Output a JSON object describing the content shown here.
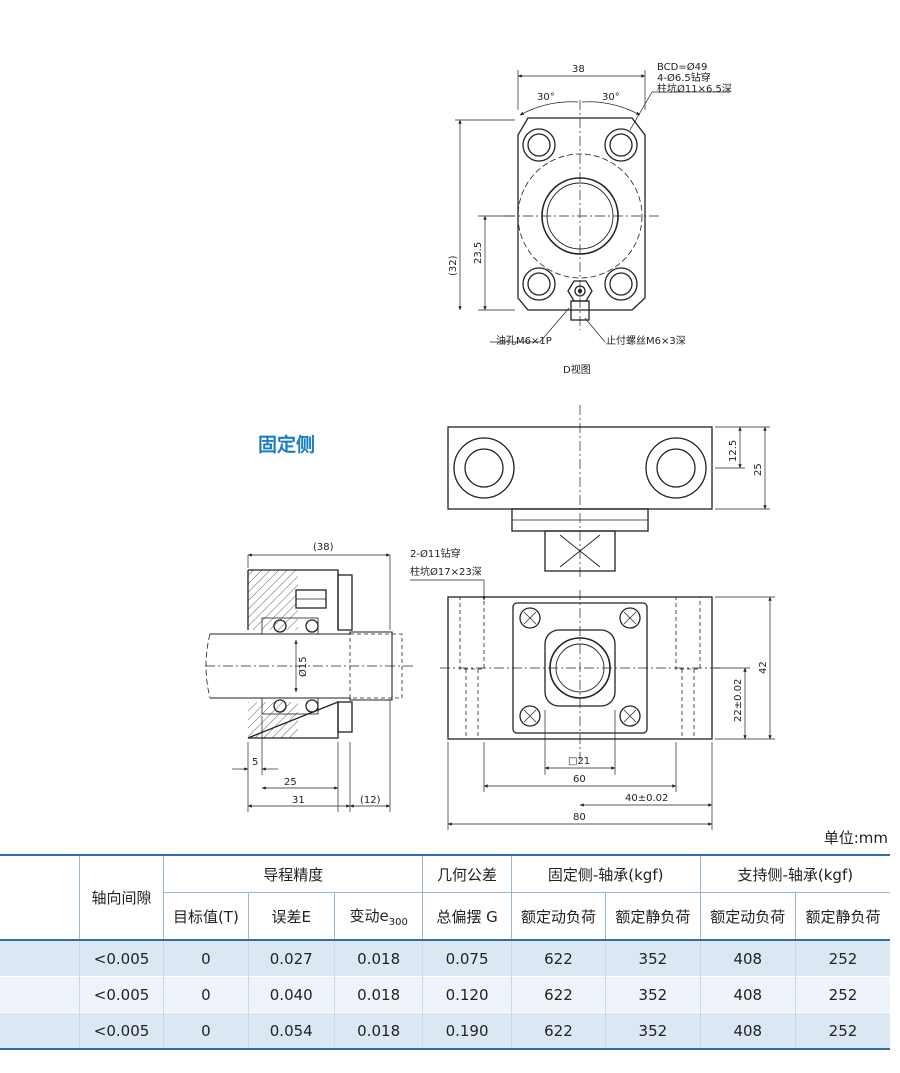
{
  "title": "固定侧",
  "unit_label": "单位:mm",
  "d_view": {
    "caption": "D视图",
    "dim_width": "38",
    "angle_left": "30°",
    "angle_right": "30°",
    "note_bcd": "BCD=Ø49",
    "note_drill": "4-Ø6.5钻穿",
    "note_cb": "柱坑Ø11×6.5深",
    "dim_23_5": "23.5",
    "dim_32": "(32)",
    "oil_hole": "油孔M6×1P",
    "set_screw": "止付螺丝M6×3深"
  },
  "side_view": {
    "dim_38": "(38)",
    "dim_d15": "Ø15",
    "dim_5": "5",
    "dim_25": "25",
    "dim_31": "31",
    "dim_12": "(12)"
  },
  "top_view": {
    "dim_12_5": "12.5",
    "dim_25": "25"
  },
  "front_view": {
    "note_drill": "2-Ø11钻穿",
    "note_cb": "柱坑Ø17×23深",
    "dim_42": "42",
    "dim_22": "22±0.02",
    "dim_sq21": "□21",
    "dim_60": "60",
    "dim_40": "40±0.02",
    "dim_80": "80"
  },
  "table": {
    "col_axial": "轴向间隙",
    "grp_lead": "导程精度",
    "grp_geo": "几何公差",
    "grp_fixed": "固定侧-轴承(kgf)",
    "grp_support": "支持侧-轴承(kgf)",
    "sub_target": "目标值(T)",
    "sub_error": "误差E",
    "sub_var": "变动e",
    "sub_var_subscript": "300",
    "sub_runout": "总偏摆 G",
    "sub_dyn1": "额定动负荷",
    "sub_sta1": "额定静负荷",
    "sub_dyn2": "额定动负荷",
    "sub_sta2": "额定静负荷",
    "rows": [
      {
        "axial": "<0.005",
        "target": "0",
        "error": "0.027",
        "var": "0.018",
        "runout": "0.075",
        "fd": "622",
        "fs": "352",
        "sd": "408",
        "ss": "252"
      },
      {
        "axial": "<0.005",
        "target": "0",
        "error": "0.040",
        "var": "0.018",
        "runout": "0.120",
        "fd": "622",
        "fs": "352",
        "sd": "408",
        "ss": "252"
      },
      {
        "axial": "<0.005",
        "target": "0",
        "error": "0.054",
        "var": "0.018",
        "runout": "0.190",
        "fd": "622",
        "fs": "352",
        "sd": "408",
        "ss": "252"
      }
    ]
  },
  "colors": {
    "title": "#1a7fc1",
    "table_rule": "#2f6ea8",
    "row_fill": "#dbe8f4"
  }
}
